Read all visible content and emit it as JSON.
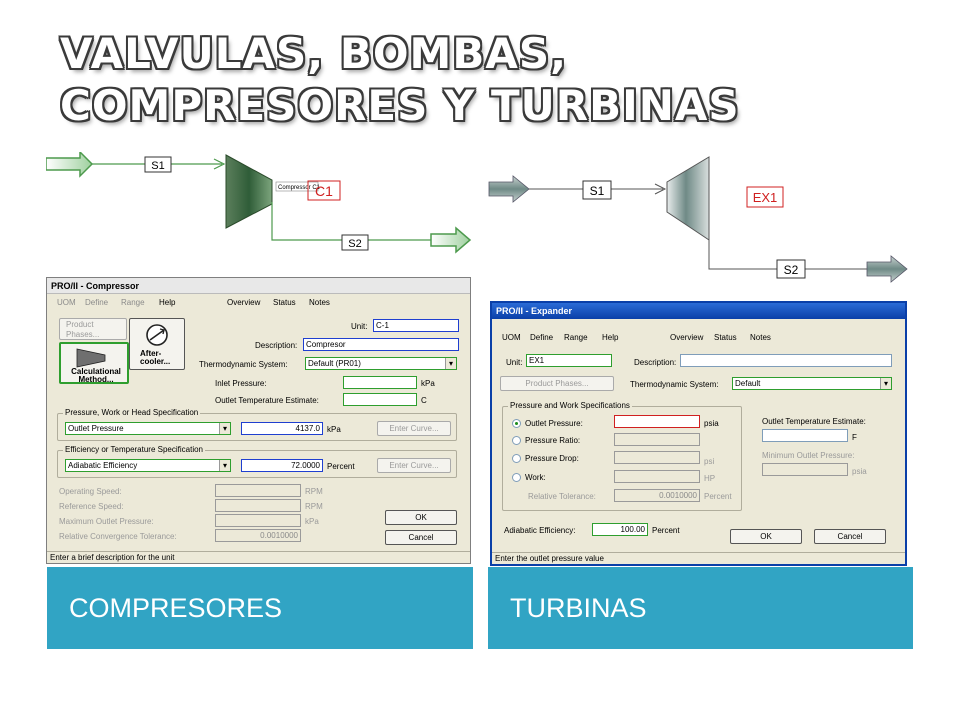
{
  "slide": {
    "title_line1": "VALVULAS, BOMBAS,",
    "title_line2": "COMPRESORES Y TURBINAS"
  },
  "compressor_flowsheet": {
    "inlet_stream": "S1",
    "outlet_stream": "S2",
    "unit_label": "C1",
    "unit_tag": "Compressor C1"
  },
  "expander_flowsheet": {
    "inlet_stream": "S1",
    "outlet_stream": "S2",
    "unit_label": "EX1"
  },
  "compressor_dialog": {
    "title": "PRO/II - Compressor",
    "menu": [
      "UOM",
      "Define",
      "Range",
      "Help",
      "Overview",
      "Status",
      "Notes"
    ],
    "product_phases_button": "Product Phases...",
    "calc_method_button": "Calculational Method...",
    "aftercooler_button": "After-cooler...",
    "unit_label": "Unit:",
    "unit_value": "C-1",
    "description_label": "Description:",
    "description_value": "Compresor",
    "thermo_label": "Thermodynamic System:",
    "thermo_value": "Default (PR01)",
    "inlet_pressure_label": "Inlet Pressure:",
    "inlet_pressure_unit": "kPa",
    "outlet_temp_label": "Outlet Temperature Estimate:",
    "outlet_temp_unit": "C",
    "pressure_group_title": "Pressure, Work or Head Specification",
    "pressure_spec_value": "Outlet Pressure",
    "pressure_value": "4137.0",
    "pressure_unit": "kPa",
    "enter_curve_1": "Enter Curve...",
    "efficiency_group_title": "Efficiency or Temperature Specification",
    "efficiency_spec_value": "Adiabatic Efficiency",
    "efficiency_value": "72.0000",
    "efficiency_unit": "Percent",
    "enter_curve_2": "Enter Curve...",
    "operating_speed_label": "Operating Speed:",
    "operating_speed_unit": "RPM",
    "reference_speed_label": "Reference Speed:",
    "reference_speed_unit": "RPM",
    "max_outlet_pressure_label": "Maximum Outlet Pressure:",
    "max_outlet_pressure_unit": "kPa",
    "rel_tolerance_label": "Relative Convergence Tolerance:",
    "rel_tolerance_value": "0.0010000",
    "ok_button": "OK",
    "cancel_button": "Cancel",
    "status_text": "Enter a brief description for the unit"
  },
  "expander_dialog": {
    "title": "PRO/II - Expander",
    "menu": [
      "UOM",
      "Define",
      "Range",
      "Help",
      "Overview",
      "Status",
      "Notes"
    ],
    "unit_label": "Unit:",
    "unit_value": "EX1",
    "description_label": "Description:",
    "description_value": "",
    "product_phases_button": "Product Phases...",
    "thermo_label": "Thermodynamic System:",
    "thermo_value": "Default",
    "group_title": "Pressure and Work Specifications",
    "outlet_pressure_label": "Outlet Pressure:",
    "outlet_pressure_unit": "psia",
    "pressure_ratio_label": "Pressure Ratio:",
    "pressure_drop_label": "Pressure Drop:",
    "pressure_drop_unit": "psi",
    "work_label": "Work:",
    "work_unit": "HP",
    "rel_tolerance_label": "Relative Tolerance:",
    "rel_tolerance_value": "0.0010000",
    "rel_tolerance_unit": "Percent",
    "outlet_temp_label": "Outlet Temperature Estimate:",
    "outlet_temp_unit": "F",
    "min_outlet_pressure_label": "Minimum Outlet Pressure:",
    "min_outlet_pressure_unit": "psia",
    "adiabatic_label": "Adiabatic Efficiency:",
    "adiabatic_value": "100.00",
    "adiabatic_unit": "Percent",
    "ok_button": "OK",
    "cancel_button": "Cancel",
    "status_text": "Enter the outlet pressure value"
  },
  "captions": {
    "left": "COMPRESORES",
    "right": "TURBINAS"
  },
  "colors": {
    "caption_bg": "#31a4c4",
    "stream_line": "#4d9a4d",
    "unit_label_red": "#d02020"
  }
}
